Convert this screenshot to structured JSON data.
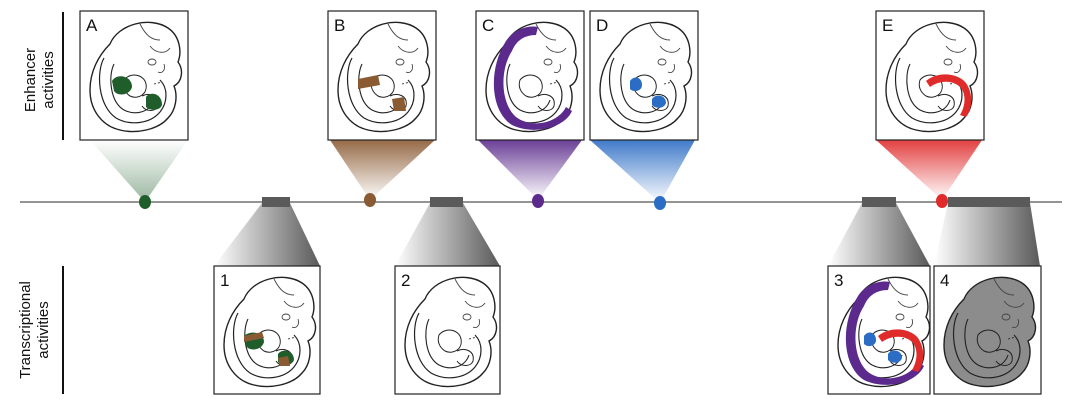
{
  "rows": {
    "enhancer": {
      "line1": "Enhancer",
      "line2": "activities"
    },
    "transcriptional": {
      "line1": "Transcriptional",
      "line2": "activities"
    }
  },
  "enhancer_panels": [
    {
      "label": "A",
      "color": "#1f5e2a",
      "pattern": "limb-buds"
    },
    {
      "label": "B",
      "color": "#8a5a32",
      "pattern": "limb-buds-proximal"
    },
    {
      "label": "C",
      "color": "#5b2a8c",
      "pattern": "dorsal-trunk"
    },
    {
      "label": "D",
      "color": "#2b6cc4",
      "pattern": "limb-bud-caps"
    },
    {
      "label": "E",
      "color": "#e02b2b",
      "pattern": "tail-region"
    }
  ],
  "transcript_panels": [
    {
      "label": "1",
      "pattern": "limb-buds-green-brown"
    },
    {
      "label": "2",
      "pattern": "none"
    },
    {
      "label": "3",
      "pattern": "purple-red-blue"
    },
    {
      "label": "4",
      "pattern": "whole-embryo-grey"
    }
  ],
  "colors": {
    "green": "#1f5e2a",
    "brown": "#8a5a32",
    "purple": "#5b2a8c",
    "blue": "#2b6cc4",
    "red": "#e02b2b",
    "gene_block": "#5a5a5a",
    "grey_fill": "#8c8c8c"
  }
}
